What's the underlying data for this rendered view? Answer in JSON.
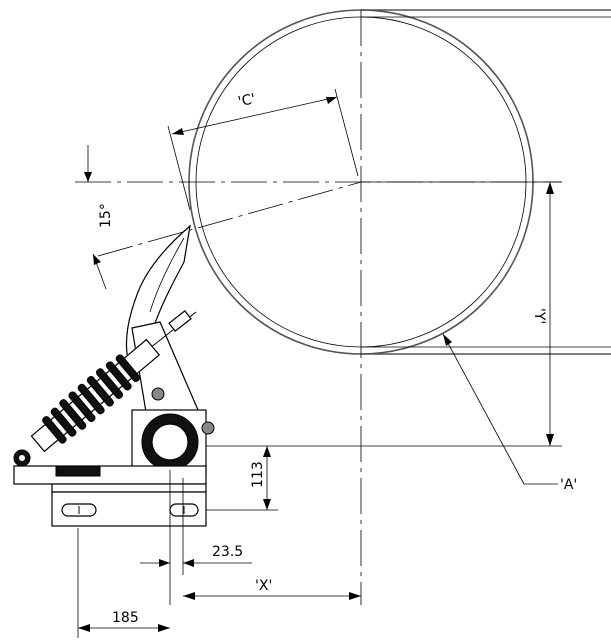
{
  "labels": {
    "dim_c": "'C'",
    "dim_angle": "15°",
    "dim_y": "'Y'",
    "callout_a": "'A'",
    "dim_113": "113",
    "dim_23_5": "23.5",
    "dim_x": "'X'",
    "dim_185": "185"
  }
}
